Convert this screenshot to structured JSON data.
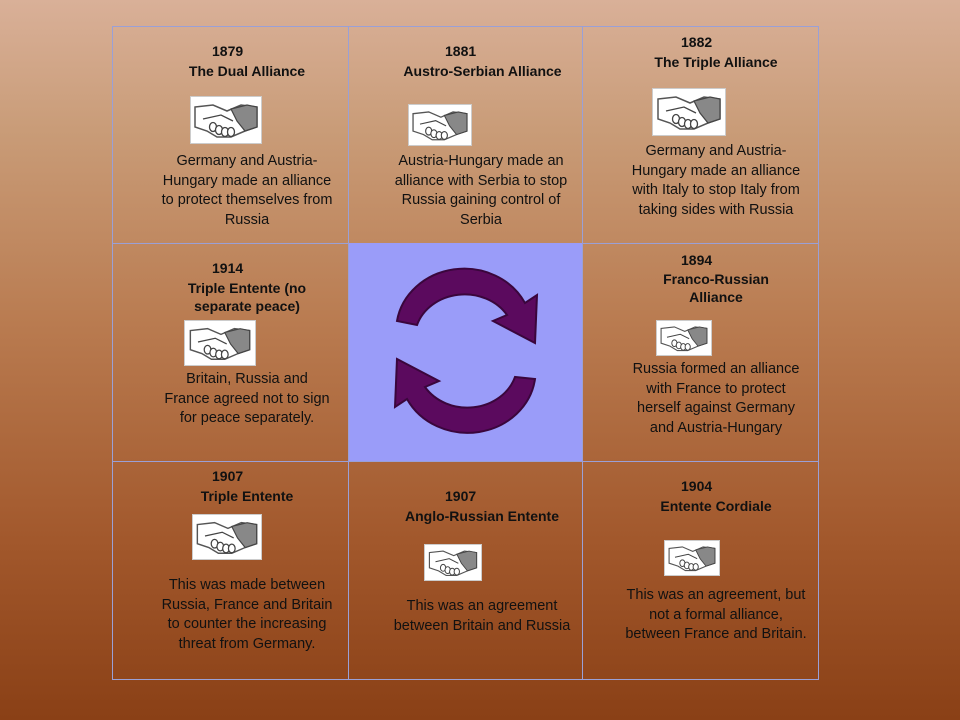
{
  "cells": [
    {
      "year": "1879",
      "name": "The Dual Alliance",
      "desc": "Germany and Austria-Hungary made an alliance to protect themselves from Russia"
    },
    {
      "year": "1881",
      "name": "Austro-Serbian Alliance",
      "desc": "Austria-Hungary made an alliance with Serbia to stop Russia gaining control of Serbia"
    },
    {
      "year": "1882",
      "name": "The Triple Alliance",
      "desc": "Germany and Austria-Hungary made an alliance with Italy to stop Italy from taking sides with Russia"
    },
    {
      "year": "1914",
      "name": "Triple Entente (no separate peace)",
      "desc": "Britain, Russia and France agreed not to sign for peace separately."
    },
    {
      "year": "1894",
      "name": "Franco-Russian Alliance",
      "desc": "Russia formed an alliance with France to protect herself against Germany and Austria-Hungary"
    },
    {
      "year": "1907",
      "name": "Triple Entente",
      "desc": "This was made between Russia, France and Britain to counter the increasing threat from Germany."
    },
    {
      "year": "1907",
      "name": "Anglo-Russian Entente",
      "desc": "This was an agreement between Britain and Russia"
    },
    {
      "year": "1904",
      "name": "Entente Cordiale",
      "desc": "This was an agreement, but not a formal alliance, between France and Britain."
    }
  ],
  "icons": {
    "handshake": "handshake-icon",
    "cycle": "cycle-arrows-icon"
  },
  "colors": {
    "grid_line": "#9aa0d6",
    "center_bg": "#9a9cf9",
    "arrow_fill": "#5b0a5e"
  }
}
